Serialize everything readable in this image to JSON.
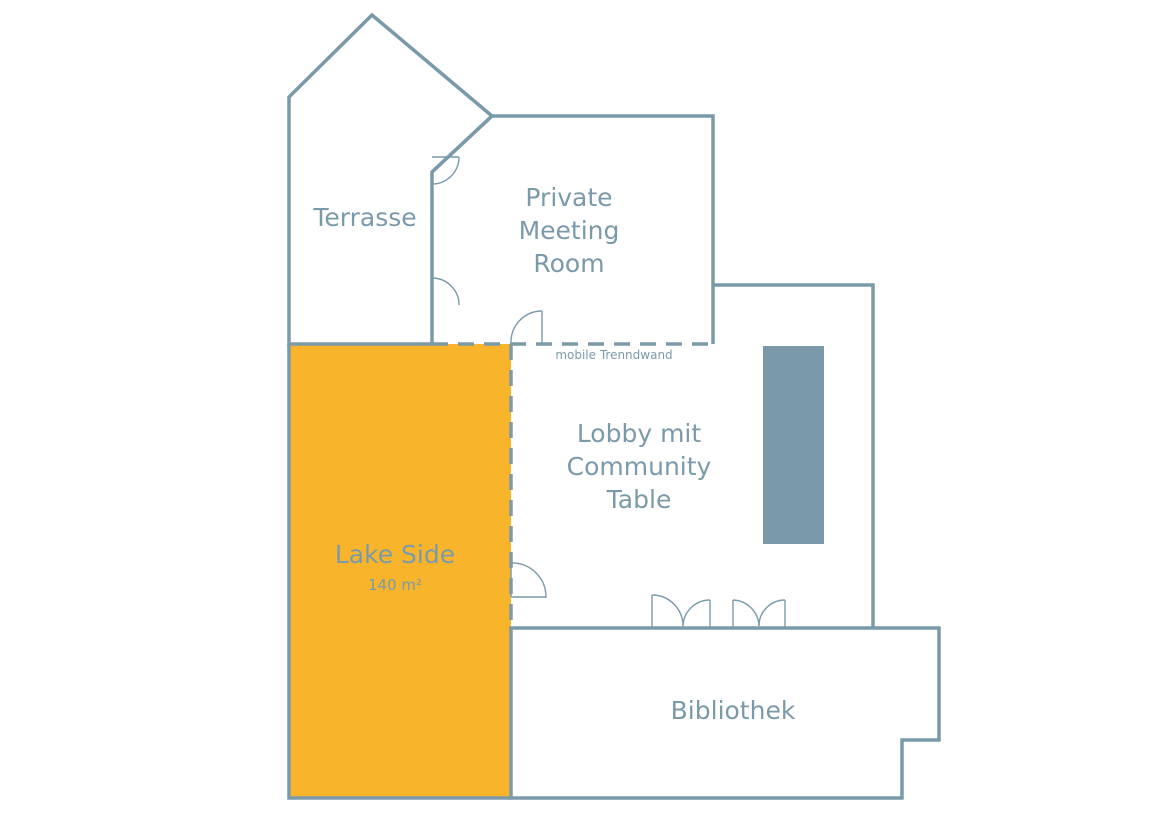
{
  "rooms": {
    "terrasse": {
      "label": "Terrasse"
    },
    "private_meeting_room": {
      "line1": "Private",
      "line2": "Meeting",
      "line3": "Room"
    },
    "lobby": {
      "line1": "Lobby mit",
      "line2": "Community",
      "line3": "Table"
    },
    "lake_side": {
      "label": "Lake Side",
      "area": "140 m²"
    },
    "bibliothek": {
      "label": "Bibliothek"
    }
  },
  "annotations": {
    "partition": "mobile Trenndwand"
  },
  "colors": {
    "wall": "#7a9aaa",
    "highlight": "#f8b52c",
    "table": "#7a9aaa",
    "background": "#ffffff"
  },
  "icons": [
    "door-swing-icon",
    "double-door-icon"
  ]
}
